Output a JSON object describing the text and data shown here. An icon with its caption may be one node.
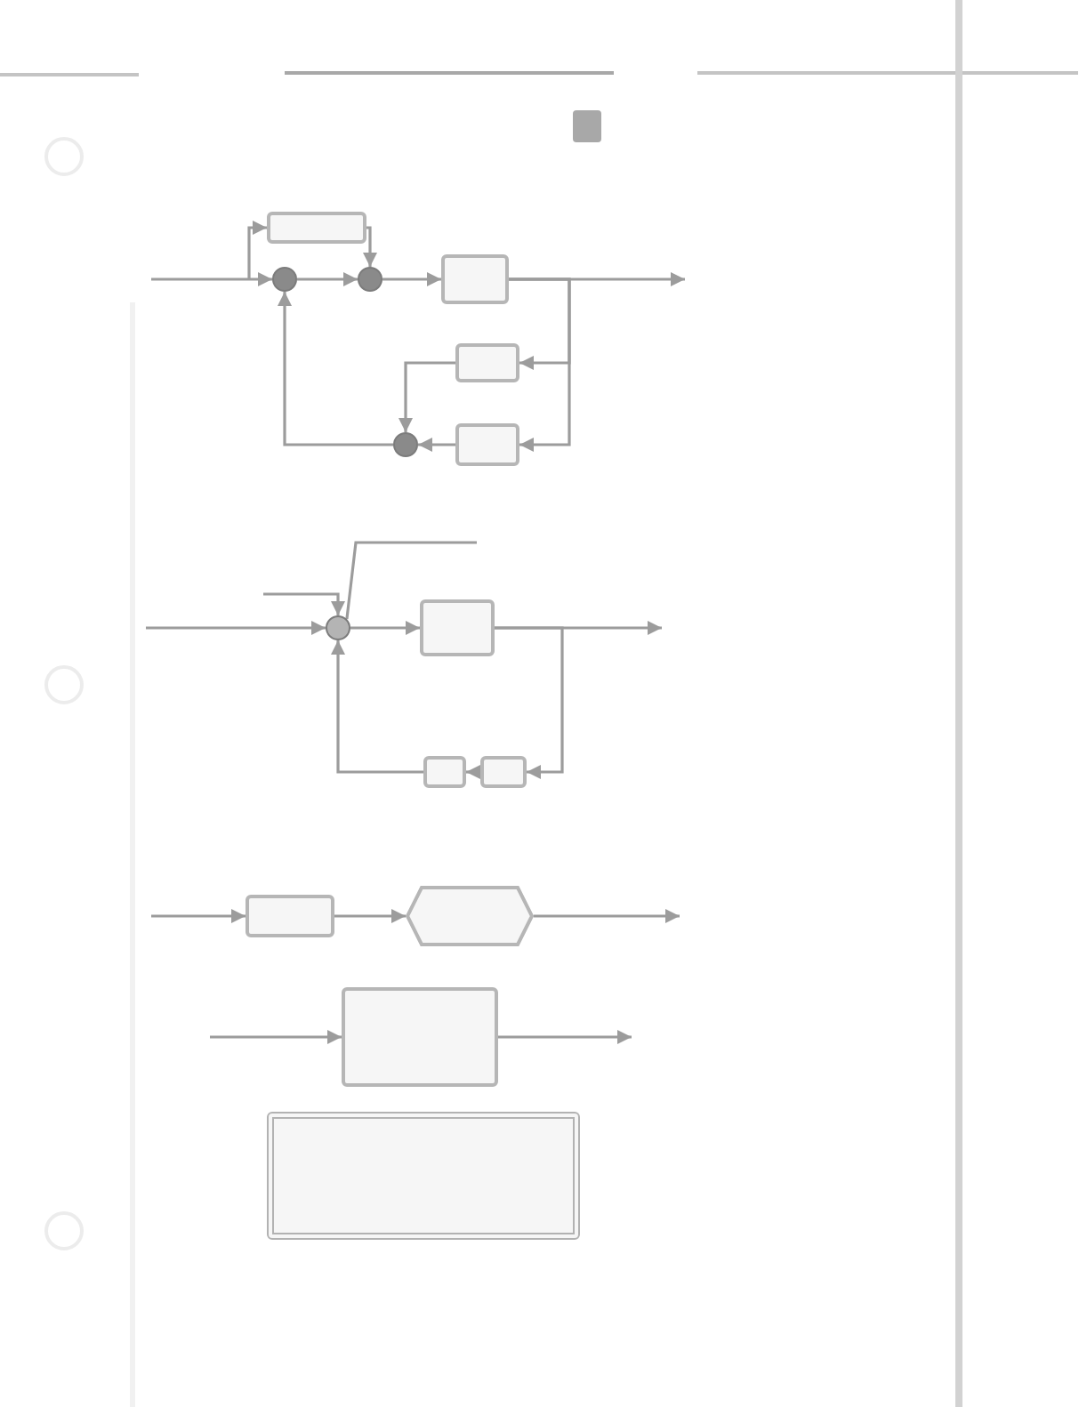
{
  "diagram": {
    "nodes": [
      {
        "text": [],
        "shape": "circle"
      },
      {
        "text": [],
        "shape": "box"
      },
      {
        "text": [],
        "shape": "circle"
      },
      {
        "text": [],
        "shape": "box"
      },
      {
        "text": [],
        "shape": "box"
      },
      {
        "text": [],
        "shape": "box"
      },
      {
        "text": [],
        "shape": "circle"
      },
      {
        "text": [],
        "shape": "circle"
      },
      {
        "text": [],
        "shape": "box"
      },
      {
        "text": [],
        "shape": "box"
      },
      {
        "text": [],
        "shape": "box"
      },
      {
        "text": [],
        "shape": "box"
      },
      {
        "text": [],
        "shape": "hexagon"
      },
      {
        "text": [],
        "shape": "box"
      },
      {
        "text": [],
        "shape": "box"
      }
    ],
    "edges": [
      {
        "from": null,
        "to": 0,
        "arrow": "to"
      },
      {
        "from": null,
        "to": 1,
        "arrow": "to"
      },
      {
        "from": 1,
        "to": 2,
        "arrow": "to"
      },
      {
        "from": 0,
        "to": 2,
        "arrow": "to"
      },
      {
        "from": 2,
        "to": 3,
        "arrow": "to"
      },
      {
        "from": 3,
        "to": null,
        "arrow": "to"
      },
      {
        "from": 3,
        "to": 4,
        "arrow": "to"
      },
      {
        "from": 3,
        "to": 5,
        "arrow": "to"
      },
      {
        "from": 4,
        "to": 6,
        "arrow": "to"
      },
      {
        "from": 5,
        "to": 6,
        "arrow": "to"
      },
      {
        "from": 6,
        "to": 0,
        "arrow": "to"
      },
      {
        "from": null,
        "to": 7,
        "arrow": "to"
      },
      {
        "from": 7,
        "to": 8,
        "arrow": "to"
      },
      {
        "from": 8,
        "to": null,
        "arrow": "to"
      },
      {
        "from": 8,
        "to": 10,
        "arrow": "to"
      },
      {
        "from": 10,
        "to": 9,
        "arrow": "to"
      },
      {
        "from": 9,
        "to": 7,
        "arrow": "to"
      },
      {
        "from": null,
        "to": 7,
        "arrow": "to"
      },
      {
        "from": null,
        "to": 7,
        "arrow": "none"
      },
      {
        "from": null,
        "to": 11,
        "arrow": "to"
      },
      {
        "from": 11,
        "to": 12,
        "arrow": "to"
      },
      {
        "from": 12,
        "to": null,
        "arrow": "to"
      },
      {
        "from": null,
        "to": 13,
        "arrow": "to"
      },
      {
        "from": 13,
        "to": null,
        "arrow": "to"
      }
    ]
  }
}
